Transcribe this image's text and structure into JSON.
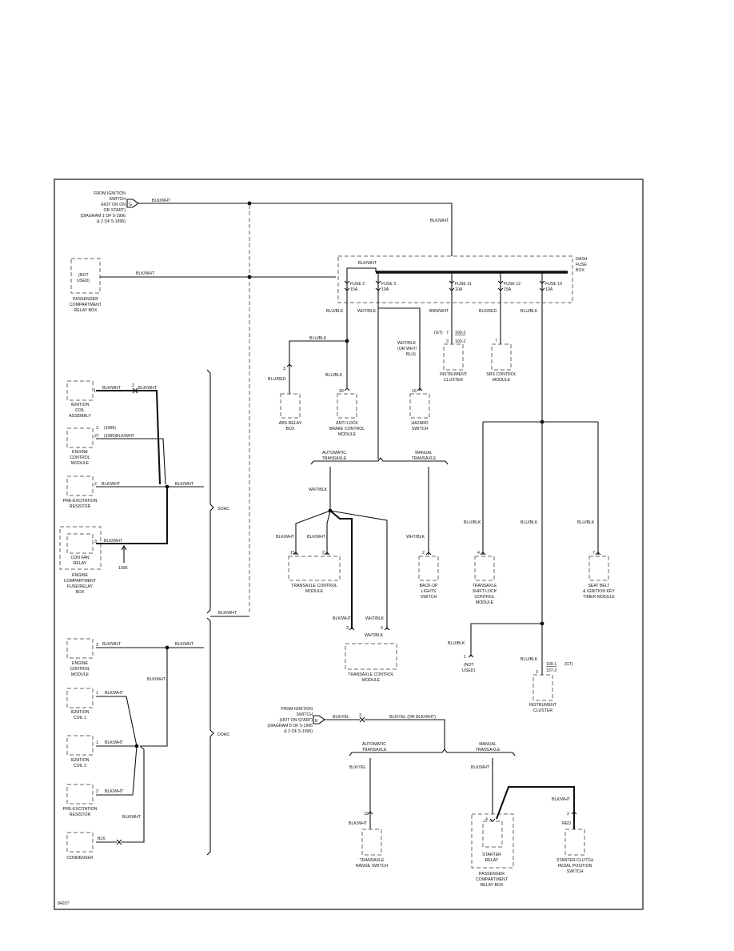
{
  "figure_id": "84207",
  "sections": {
    "sohc": "SOHC",
    "dohc": "DOHC"
  },
  "ignition_switch_top": {
    "lines": [
      "FROM IGNITION",
      "SWITCH",
      "(HOT ON ON",
      "OR START)",
      "(DIAGRAM 1 OF 5-1996",
      "& 2 OF 5-1996)"
    ],
    "pin": "G",
    "wire": "BLK/WHT"
  },
  "relay_box_top": {
    "inner": [
      "(NOT",
      "USED)"
    ],
    "wire": "BLK/WHT",
    "label": [
      "PASSENGER",
      "COMPARTMENT",
      "RELAY BOX"
    ]
  },
  "dash_fuse_box": {
    "label": [
      "DASH",
      "FUSE",
      "BOX"
    ],
    "feed_wire": "BLK/WHT",
    "riser_wire": "BLK/WHT",
    "fuses": [
      {
        "name": "FUSE 2",
        "rating": "15A",
        "wire": "BLU/BLK"
      },
      {
        "name": "FUSE 3",
        "rating": "10A",
        "wire": "WHT/BLK"
      },
      {
        "name": "FUSE 11",
        "rating": "10A",
        "wire": "BRN/WHT"
      },
      {
        "name": "FUSE 12",
        "rating": "15A",
        "wire": "BLK/RED"
      },
      {
        "name": "FUSE 10",
        "rating": "10A",
        "wire": "BLU/BLK"
      }
    ]
  },
  "sohc": {
    "feed_wire": "BLK/WHT",
    "components": [
      {
        "name": [
          "IGNITION",
          "COIL",
          "ASSEMBLY"
        ],
        "pin": "1",
        "wire": "BLK/WHT",
        "conn_pin": "3",
        "conn_wire": "BLK/WHT"
      },
      {
        "name": [
          "ENGINE",
          "CONTROL",
          "MODULE"
        ],
        "pin_a": "3",
        "pin_a_note": "(1996)",
        "pin_b": "27",
        "pin_b_note": "(1995)",
        "wire": "BLK/WHT"
      },
      {
        "name": [
          "PRE-EXCITATION",
          "RESISTOR"
        ],
        "pin": "2",
        "wire": "BLK/WHT",
        "junction_wire": "BLK/WHT"
      },
      {
        "name": [
          "CON FAN",
          "RELAY"
        ],
        "pin": "3",
        "wire": "BLK/WHT",
        "note": "1996",
        "container": [
          "ENGINE",
          "COMPARTMENT",
          "FUSE/RELAY",
          "BOX"
        ]
      }
    ]
  },
  "dohc": {
    "feed_wire": "BLK/WHT",
    "bus_wire": "BLK/WHT",
    "components": [
      {
        "name": [
          "ENGINE",
          "CONTROL",
          "MODULE"
        ],
        "pin": "3",
        "wire": "BLK/WHT"
      },
      {
        "name": [
          "IGNITION",
          "COIL 1"
        ],
        "pin": "1",
        "wire": "BLK/WHT"
      },
      {
        "name": [
          "IGNITION",
          "COIL 2"
        ],
        "pin": "1",
        "wire": "BLK/WHT"
      },
      {
        "name": [
          "PRE-EXCITATION",
          "RESISTOR"
        ],
        "pin": "2",
        "wire": "BLK/WHT"
      },
      {
        "name": [
          "CONDENSER"
        ],
        "wire": "BLK",
        "return_wire": "BLK/WHT"
      }
    ]
  },
  "fuse2_branch": {
    "bus_wire": "BLU/BLK",
    "abs": {
      "pin": "3",
      "wire": "BLU/RED",
      "name": [
        "ABS RELAY",
        "BOX"
      ]
    },
    "antilock": {
      "pin": "30",
      "wire": "BLU/BLK",
      "name": [
        "ANTI-LOCK",
        "BRAKE CONTROL",
        "MODULE"
      ]
    }
  },
  "hazard": {
    "wire": [
      "WHT/BLK",
      "(OR WHT/",
      "BLU)"
    ],
    "pin": "16",
    "name": [
      "HAZARD",
      "SWITCH"
    ]
  },
  "instrument_top": {
    "gt": "(GT)",
    "gt_pin": "7",
    "code_a": "100-2",
    "pin": "3",
    "code_b": "100-2",
    "name": [
      "INSTRUMENT",
      "CLUSTER"
    ]
  },
  "srs": {
    "pin": "7",
    "name": [
      "SRS CONTROL",
      "MODULE"
    ]
  },
  "fuse3_branch": {
    "auto": [
      "AUTOMATIC",
      "TRANSAXLE"
    ],
    "manual": [
      "MANUAL",
      "TRANSAXLE"
    ],
    "auto_wire": "WHT/BLK",
    "tcm1": {
      "pins": [
        "15",
        "2"
      ],
      "wires": [
        "BLK/WHT",
        "BLK/WHT"
      ],
      "name": [
        "TRANSAXLE CONTROL",
        "MODULE"
      ]
    },
    "tcm2": {
      "pins": [
        "3",
        "4"
      ],
      "wires": [
        "BLK/WHT",
        "WHT/BLK"
      ],
      "wire_c": "WHT/BLK",
      "name": [
        "TRANSAXLE CONTROL",
        "MODULE"
      ]
    },
    "backup": {
      "wire": "WHT/BLK",
      "pin": "2",
      "name": [
        "BACK-UP",
        "LIGHTS",
        "SWITCH"
      ]
    }
  },
  "fuse10_branch": {
    "shift_lock": {
      "wire": "BLU/BLK",
      "pin": "4",
      "name": [
        "TRANSAXLE",
        "SHIFT LOCK",
        "CONTROL",
        "MODULE"
      ]
    },
    "main_wire": "BLU/BLK",
    "seatbelt": {
      "wire": "BLU/BLK",
      "pin": "7",
      "name": [
        "SEAT BELT",
        "& IGNITION KEY",
        "TIMER MODULE"
      ]
    },
    "not_used": {
      "wire": "BLU/BLK",
      "pin": "1",
      "name": [
        "(NOT",
        "USED)"
      ]
    },
    "cluster": {
      "wire": "BLU/BLK",
      "code_a": "100-1",
      "gt": "(GT)",
      "pin": "3",
      "code_b": "107-2",
      "name": [
        "INSTRUMENT",
        "CLUSTER"
      ]
    }
  },
  "ignition_switch_bottom": {
    "lines": [
      "FROM IGNITION",
      "SWITCH",
      "(HOT ON START)",
      "(DIAGRAM 8 OF 5-1995",
      "& 2 OF 5-1996)"
    ],
    "pin": "E",
    "wire_a": "BLK/YEL",
    "conn_pin": "3",
    "wire_b": "BLK/YEL (OR BLK/WHT)",
    "auto": [
      "AUTOMATIC",
      "TRANSAXLE"
    ],
    "manual": [
      "MANUAL",
      "TRANSAXLE"
    ],
    "range": {
      "wire_a": "BLK/YEL",
      "pin": "11",
      "wire_b": "BLK/WHT",
      "name": [
        "TRANSAXLE",
        "RANGE SWITCH"
      ]
    },
    "starter": {
      "wire": "BLK/WHT",
      "pin": "4",
      "name": [
        "STARTER",
        "RELAY"
      ],
      "container": [
        "PASSENGER",
        "COMPARTMENT",
        "RELAY BOX"
      ]
    },
    "clutch": {
      "wire_a": "BLK/WHT",
      "pin": "2",
      "wire_b": "RED",
      "name": [
        "STARTER CLUTCH",
        "PEDAL POSITION",
        "SWITCH"
      ]
    }
  }
}
